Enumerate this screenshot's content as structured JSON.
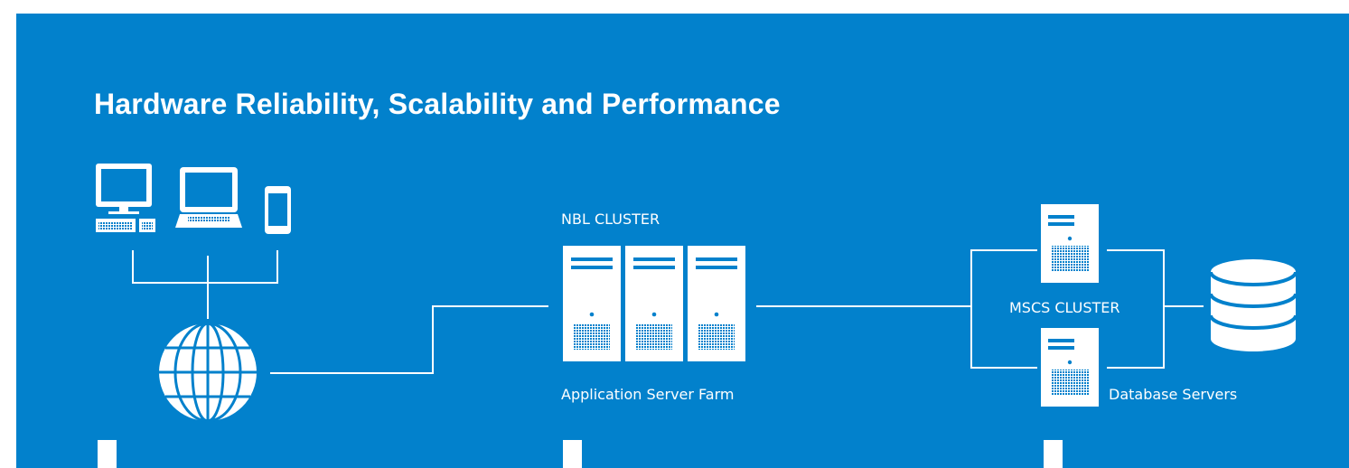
{
  "title": "Hardware Reliability, Scalability and Performance",
  "labels": {
    "nbl_cluster": "NBL CLUSTER",
    "app_server_farm": "Application Server Farm",
    "mscs_cluster": "MSCS CLUSTER",
    "database_servers": "Database Servers"
  },
  "colors": {
    "background": "#0281cc",
    "foreground": "#ffffff"
  },
  "icons": {
    "clients": [
      "desktop-computer-icon",
      "laptop-icon",
      "mobile-phone-icon"
    ],
    "network": "globe-icon",
    "app_servers": "server-tower-icon",
    "db_servers": "server-tower-icon",
    "storage": "database-icon"
  }
}
